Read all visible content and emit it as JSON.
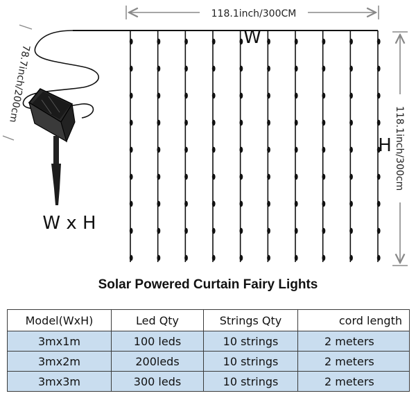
{
  "dimensions": {
    "width_label": "118.1inch/300CM",
    "height_label": "118.1inch/300cm",
    "cord_label": "78.7inch/200cm",
    "w_letter": "W",
    "h_letter": "H",
    "wxh_label": "W x H"
  },
  "product": {
    "title": "Solar Powered Curtain Fairy Lights",
    "string_count": 10
  },
  "spec_table": {
    "headers": [
      "Model(WxH)",
      "Led Qty",
      "Strings Qty",
      "cord length"
    ],
    "rows": [
      [
        "3mx1m",
        "100 leds",
        "10 strings",
        "2 meters"
      ],
      [
        "3mx2m",
        "200leds",
        "10 strings",
        "2 meters"
      ],
      [
        "3mx3m",
        "300 leds",
        "10 strings",
        "2 meters"
      ]
    ]
  },
  "colors": {
    "row_fill": "#c9ddef",
    "wire": "#111111",
    "dimension_line": "#888888"
  }
}
